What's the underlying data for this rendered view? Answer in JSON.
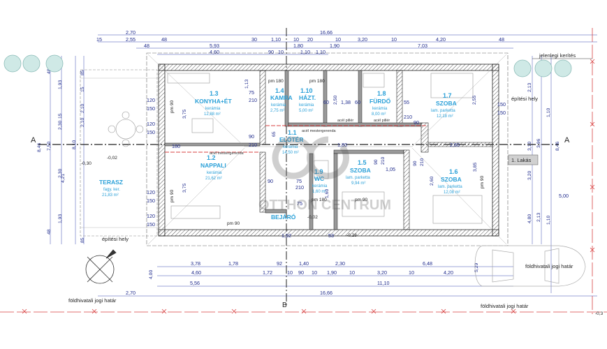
{
  "plan_labels": {
    "terrace": {
      "num": "",
      "name": "TERASZ",
      "material": "fagy. ker.",
      "area": "21,83 m²"
    },
    "rooms": [
      {
        "key": "konyha",
        "num": "1.3",
        "name": "KONYHA+ÉT",
        "material": "kerámia",
        "area": "12,88 m²"
      },
      {
        "key": "kamra",
        "num": "1.4",
        "name": "KAMRA",
        "material": "kerámia",
        "area": "2,75 m²"
      },
      {
        "key": "haztart",
        "num": "1.10",
        "name": "HÁZT.",
        "material": "kerámia",
        "area": "5,00 m²"
      },
      {
        "key": "furdo",
        "num": "1.8",
        "name": "FÜRDŐ",
        "material": "kerámia",
        "area": "8,00 m²"
      },
      {
        "key": "szoba17",
        "num": "1.7",
        "name": "SZOBA",
        "material": "lam. parketta",
        "area": "12,18 m²"
      },
      {
        "key": "eloter",
        "num": "1.1",
        "name": "ELŐTÉR",
        "material": "kerámia",
        "area": "14,50 m²"
      },
      {
        "key": "nappali",
        "num": "1.2",
        "name": "NAPPALI",
        "material": "kerámia",
        "area": "21,62 m²"
      },
      {
        "key": "wc",
        "num": "1.9",
        "name": "WC",
        "material": "kerámia",
        "area": "1,60 m²"
      },
      {
        "key": "bejaro",
        "num": "",
        "name": "BEJÁRÓ",
        "material": "",
        "area": ""
      },
      {
        "key": "szoba15",
        "num": "1.5",
        "name": "SZOBA",
        "material": "lam. parketta",
        "area": "9,94 m²"
      },
      {
        "key": "szoba16",
        "num": "1.6",
        "name": "SZOBA",
        "material": "lam. parketta",
        "area": "12,08 m²"
      }
    ],
    "notes": {
      "fence": "jelenlegi kerítés",
      "build_place_top": "építési hely",
      "build_place_bottom": "építési hely",
      "lakas": "1. Lakás",
      "legal_border_right": "földhivatali jogi határ",
      "legal_border_left": "földhivatali jogi határ",
      "legal_border_bottom": "földhivatali jogi határ",
      "beam_1": "acél mestergerenda",
      "beam_2": "acél mestergerenda",
      "pillar_1": "acél pillér",
      "pillar_2": "acél pillér",
      "section_a": "A",
      "section_b": "B",
      "elev_terrace": "-0,02",
      "elev_left": "-0,30",
      "elev_entry": "-0,02",
      "elev_entry2": "-0,28",
      "elev_right": "-0,3",
      "lintel_1": "pm 180",
      "lintel_2": "pm 180",
      "lintel_3": "pm 90",
      "lintel_4": "pm 90",
      "lintel_5": "pm 90",
      "lintel_6": "pm 90",
      "lintel_7": "pm 180",
      "lintel_8": "pm 90"
    },
    "watermark": "OTTHON CENTRUM"
  },
  "dims_top_row1": [
    "2,70",
    "16,66"
  ],
  "dims_top_row2": [
    "15",
    "2,55",
    "48",
    "30",
    "1,10",
    "10",
    "20",
    "10",
    "3,20",
    "10",
    "4,20",
    "48"
  ],
  "dims_top_row3": [
    "48",
    "5,93",
    "1,80",
    "1,90",
    "7,03"
  ],
  "dims_top_row4": [
    "4,60",
    "90",
    "10",
    "1,10",
    "1,10"
  ],
  "dims_bottom_row1": [
    "3,78",
    "1,78",
    "92",
    "1,40",
    "2,30",
    "6,48"
  ],
  "dims_bottom_row2": [
    "4,60",
    "1,72",
    "10",
    "90",
    "10",
    "1,90",
    "10",
    "3,20",
    "10",
    "4,20"
  ],
  "dims_bottom_row3": [
    "5,56",
    "11,10"
  ],
  "dims_bottom_row4": [
    "2,70",
    "16,66"
  ],
  "dims_left": [
    "85",
    "48",
    "1,93",
    "15",
    "2,10",
    "2,30",
    "8,10",
    "7,50",
    "8,46",
    "4,21",
    "2,30",
    "1,93",
    "48",
    "85"
  ],
  "dims_right": [
    "48",
    "2,13",
    "1,10",
    "3,10",
    "3,96",
    "8,46",
    "3,20",
    "2,13",
    "4,80",
    "1,10",
    "5,00",
    "5,29",
    "4,00"
  ],
  "dims_inner": [
    "120",
    "150",
    "120",
    "150",
    "120",
    "150",
    "120",
    "150",
    "75",
    "210",
    "90",
    "210",
    "90",
    "180",
    "75",
    "210",
    "55",
    "210",
    "90",
    "150",
    "150",
    "1,38",
    "2,50",
    "60",
    "60",
    "1,80",
    "2,60",
    "1,05",
    "90",
    "210",
    "90",
    "210",
    "3,75",
    "3,75",
    "1,13",
    "65",
    "3,85",
    "2,60",
    "1,92",
    "53",
    "75",
    "1,60",
    "2,55",
    "15",
    "2,10"
  ]
}
